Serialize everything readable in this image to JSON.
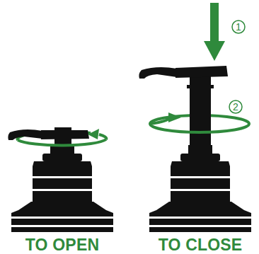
{
  "diagram": {
    "labels": [
      "1",
      "2",
      "TO OPEN",
      "TO CLOSE"
    ]
  }
}
